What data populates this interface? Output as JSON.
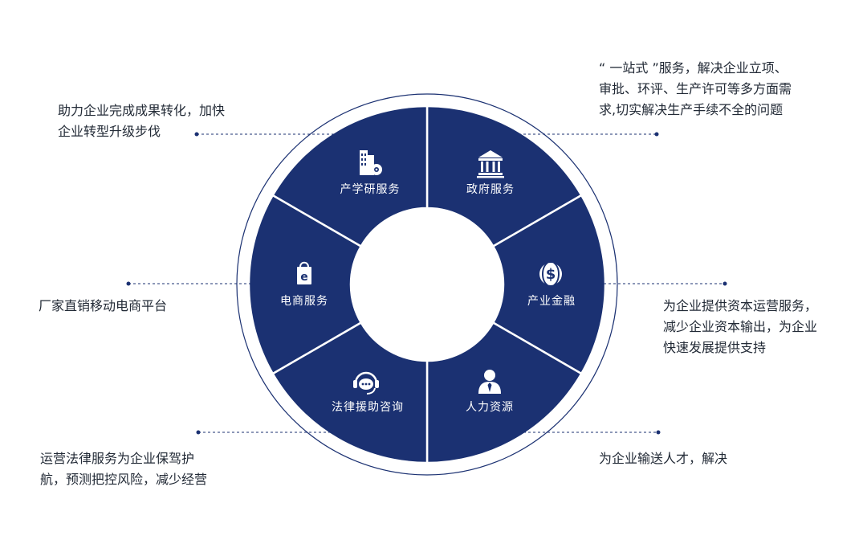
{
  "colors": {
    "segment_fill": "#1b3172",
    "outer_ring": "#1b3172",
    "connector": "#1b3172",
    "divider": "#ffffff",
    "center": "#ffffff"
  },
  "segments": [
    {
      "id": "chanxueyan",
      "label": "产学研服务",
      "icon": "building-gear-icon"
    },
    {
      "id": "zhengfu",
      "label": "政府服务",
      "icon": "government-building-icon"
    },
    {
      "id": "jinrong",
      "label": "产业金融",
      "icon": "dollar-globe-icon"
    },
    {
      "id": "renli",
      "label": "人力资源",
      "icon": "person-tie-icon"
    },
    {
      "id": "falv",
      "label": "法律援助咨询",
      "icon": "chat-headset-icon"
    },
    {
      "id": "dianshang",
      "label": "电商服务",
      "icon": "shopping-bag-e-icon"
    }
  ],
  "descriptions": {
    "chanxueyan": [
      "助力企业完成成果转化，加快",
      "企业转型升级步伐"
    ],
    "zhengfu": [
      "“ 一站式 ”服务，解决企业立项、",
      "审批、环评、生产许可等多方面需",
      "求,切实解决生产手续不全的问题"
    ],
    "jinrong": [
      "为企业提供资本运营服务，",
      "减少企业资本输出，为企业",
      "快速发展提供支持"
    ],
    "renli": [
      "为企业输送人才，解决"
    ],
    "falv": [
      "运营法律服务为企业保驾护",
      "航，预测把控风险，减少经营"
    ],
    "dianshang": [
      "厂家直销移动电商平台"
    ]
  }
}
